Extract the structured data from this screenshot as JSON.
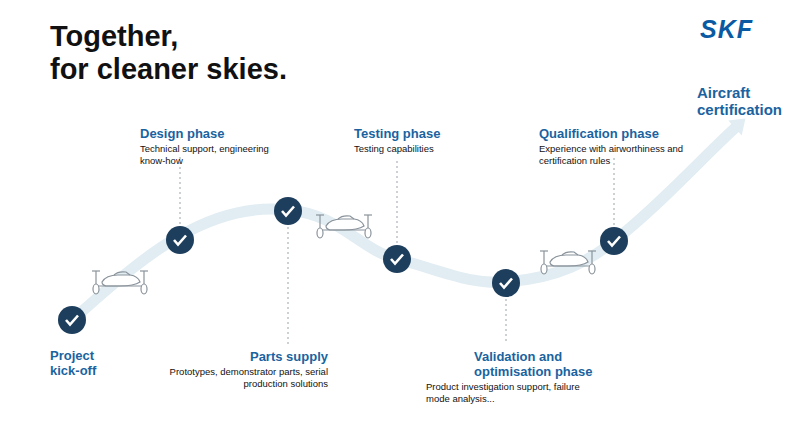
{
  "diagram": {
    "title": "Together, for cleaner skies.",
    "nodes": [
      {
        "text": [
          "Project kick-off"
        ]
      },
      {
        "text": [
          "Design phase",
          "Technical support, engineering know-how"
        ]
      },
      {
        "text": [
          "Parts supply",
          "Prototypes, demonstrator parts, serial production solutions"
        ]
      },
      {
        "text": [
          "Testing phase",
          "Testing capabilities"
        ]
      },
      {
        "text": [
          "Validation and optimisation phase",
          "Product investigation support, failure mode analysis..."
        ]
      },
      {
        "text": [
          "Qualification phase",
          "Experience with airworthiness and certification rules"
        ]
      },
      {
        "text": [
          "Aircraft certification"
        ]
      }
    ],
    "labels": [
      "SKF"
    ]
  }
}
